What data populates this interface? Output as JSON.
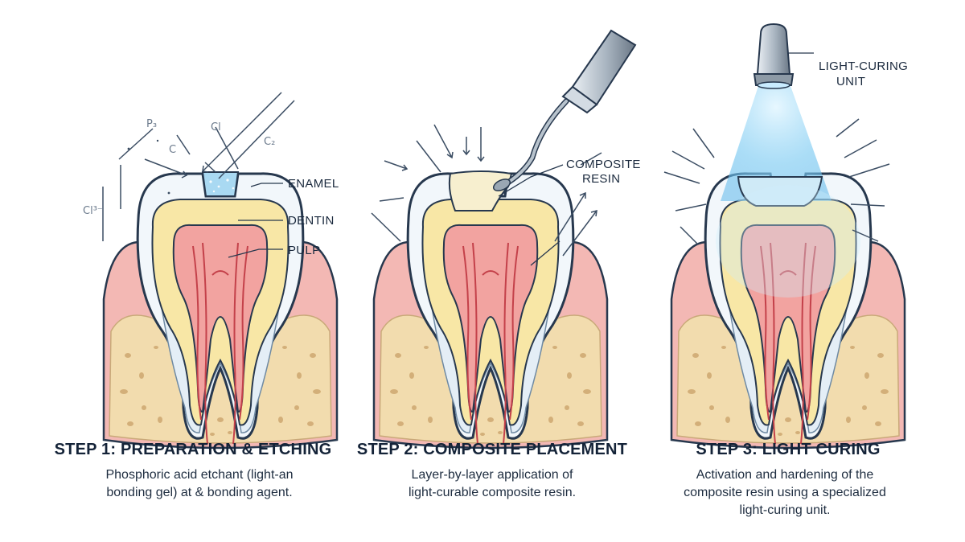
{
  "labels": {
    "enamel": "ENAMEL",
    "dentin": "DENTIN",
    "pulp": "PULP",
    "composite_resin": [
      "COMPOSITE",
      "RESIN"
    ],
    "light_curing_unit": [
      "LIGHT-CURING",
      "UNIT"
    ]
  },
  "chem_notes": [
    "P₃",
    "C",
    "Cl",
    "C₂",
    "Cl³⁻"
  ],
  "steps": [
    {
      "title": "STEP 1: PREPARATION & ETCHING",
      "description": [
        "Phosphoric acid etchant (light-an",
        "bonding gel) at & bonding agent."
      ]
    },
    {
      "title": "STEP 2: COMPOSITE PLACEMENT",
      "description": [
        "Layer-by-layer application of",
        "light-curable composite resin."
      ]
    },
    {
      "title": "STEP 3: LIGHT CURING",
      "description": [
        "Activation and hardening of the",
        "composite resin using a specialized",
        "light-curing unit."
      ]
    }
  ],
  "colors": {
    "enamel": "#f2f7fb",
    "dentin": "#f8e7a6",
    "pulp": "#f2a3a0",
    "gum": "#f3b8b4",
    "bone": "#f2dcae",
    "outline": "#27384e",
    "etchant": "#a9d9f2",
    "resin": "#f7efcf",
    "light": "#8fd2f4"
  }
}
